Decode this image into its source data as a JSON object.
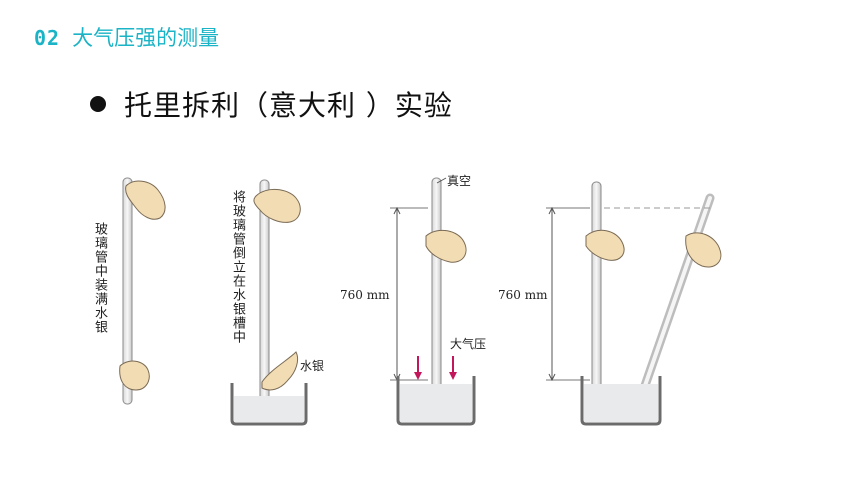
{
  "header": {
    "number": "02",
    "title": "大气压强的测量"
  },
  "bullet": {
    "text": "托里拆利（意大利 ）实验"
  },
  "figure": {
    "step1_label": "玻璃管中装满水银",
    "step2_label": "将玻璃管倒立在水银槽中",
    "mercury_label": "水银",
    "vacuum_label": "真空",
    "height_label_1": "760 mm",
    "atm_label": "大气压",
    "height_label_2": "760 mm",
    "arrow_color": "#c2185b",
    "icons": [
      "hand-icon",
      "tube",
      "trough"
    ]
  }
}
